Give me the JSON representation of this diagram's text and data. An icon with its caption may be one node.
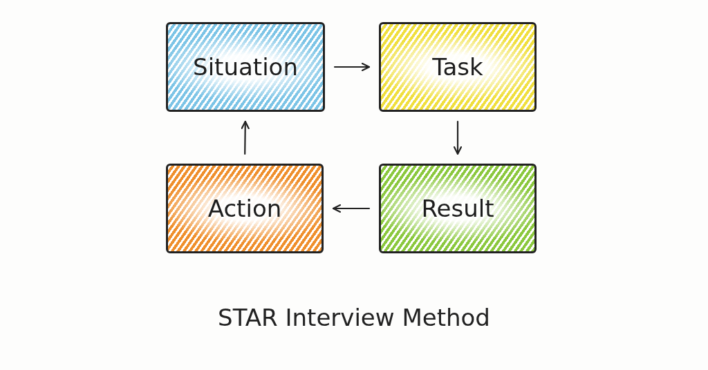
{
  "diagram": {
    "title": "STAR Interview Method",
    "nodes": [
      {
        "text": [
          "Situation"
        ]
      },
      {
        "text": [
          "Task"
        ]
      },
      {
        "text": [
          "Action"
        ]
      },
      {
        "text": [
          "Result"
        ]
      }
    ],
    "edges": [
      {
        "from": 0,
        "to": 1,
        "arrow": "to"
      },
      {
        "from": 1,
        "to": 3,
        "arrow": "to"
      },
      {
        "from": 3,
        "to": 2,
        "arrow": "to"
      },
      {
        "from": 2,
        "to": 0,
        "arrow": "to"
      }
    ]
  }
}
